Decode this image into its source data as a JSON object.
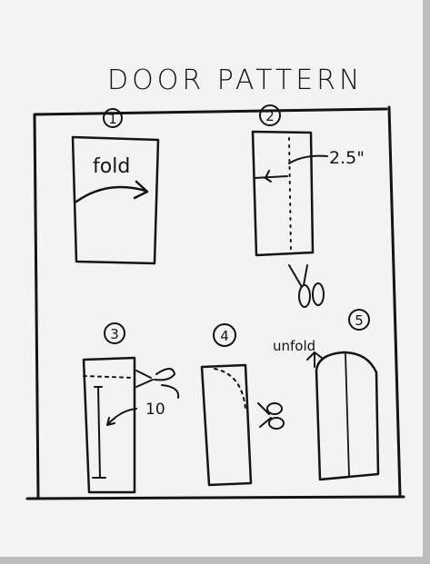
{
  "title": "DOOR PATTERN",
  "steps": [
    {
      "number": "1",
      "label": "fold"
    },
    {
      "number": "2",
      "measurement": "2.5\""
    },
    {
      "number": "3",
      "measurement": "10"
    },
    {
      "number": "4"
    },
    {
      "number": "5",
      "label": "unfold"
    }
  ],
  "icons": [
    "scissors-icon",
    "scissors-icon",
    "scissors-icon"
  ]
}
